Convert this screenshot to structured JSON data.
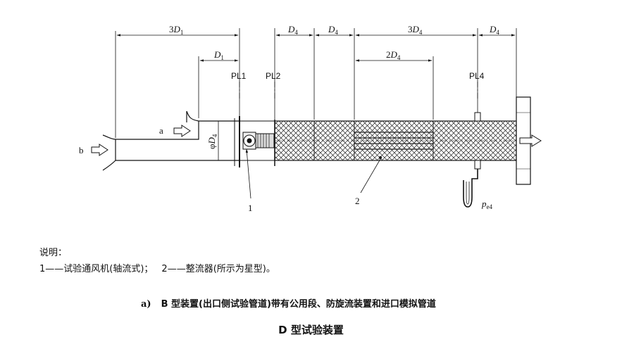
{
  "dimensions": {
    "upper_inlet": {
      "main": "3",
      "sym": "D",
      "sub": "1"
    },
    "lower_inlet": {
      "main": "",
      "sym": "D",
      "sub": "1"
    },
    "seg_1": {
      "main": "",
      "sym": "D",
      "sub": "4"
    },
    "seg_2": {
      "main": "",
      "sym": "D",
      "sub": "4"
    },
    "seg_3": {
      "main": "3",
      "sym": "D",
      "sub": "4"
    },
    "seg_4": {
      "main": "",
      "sym": "D",
      "sub": "4"
    },
    "inner_2d": {
      "main": "2",
      "sym": "D",
      "sub": "4"
    }
  },
  "planes": {
    "pl1": "PL1",
    "pl2": "PL2",
    "pl4": "PL4"
  },
  "labels": {
    "flow_a": "a",
    "flow_b": "b",
    "diameter": {
      "prefix": "φ",
      "sym": "D",
      "sub": "4"
    },
    "callout_1": "1",
    "callout_2": "2",
    "pressure": {
      "sym": "p",
      "sub": "e4"
    }
  },
  "legend": {
    "title": "说明：",
    "item_1": "1——试验通风机(轴流式)；",
    "item_2": "2——整流器(所示为星型)。"
  },
  "caption": {
    "label": "a)",
    "text": "B 型装置(出口侧试验管道)带有公用段、防旋流装置和进口模拟管道"
  },
  "figure_title": "D 型试验装置"
}
